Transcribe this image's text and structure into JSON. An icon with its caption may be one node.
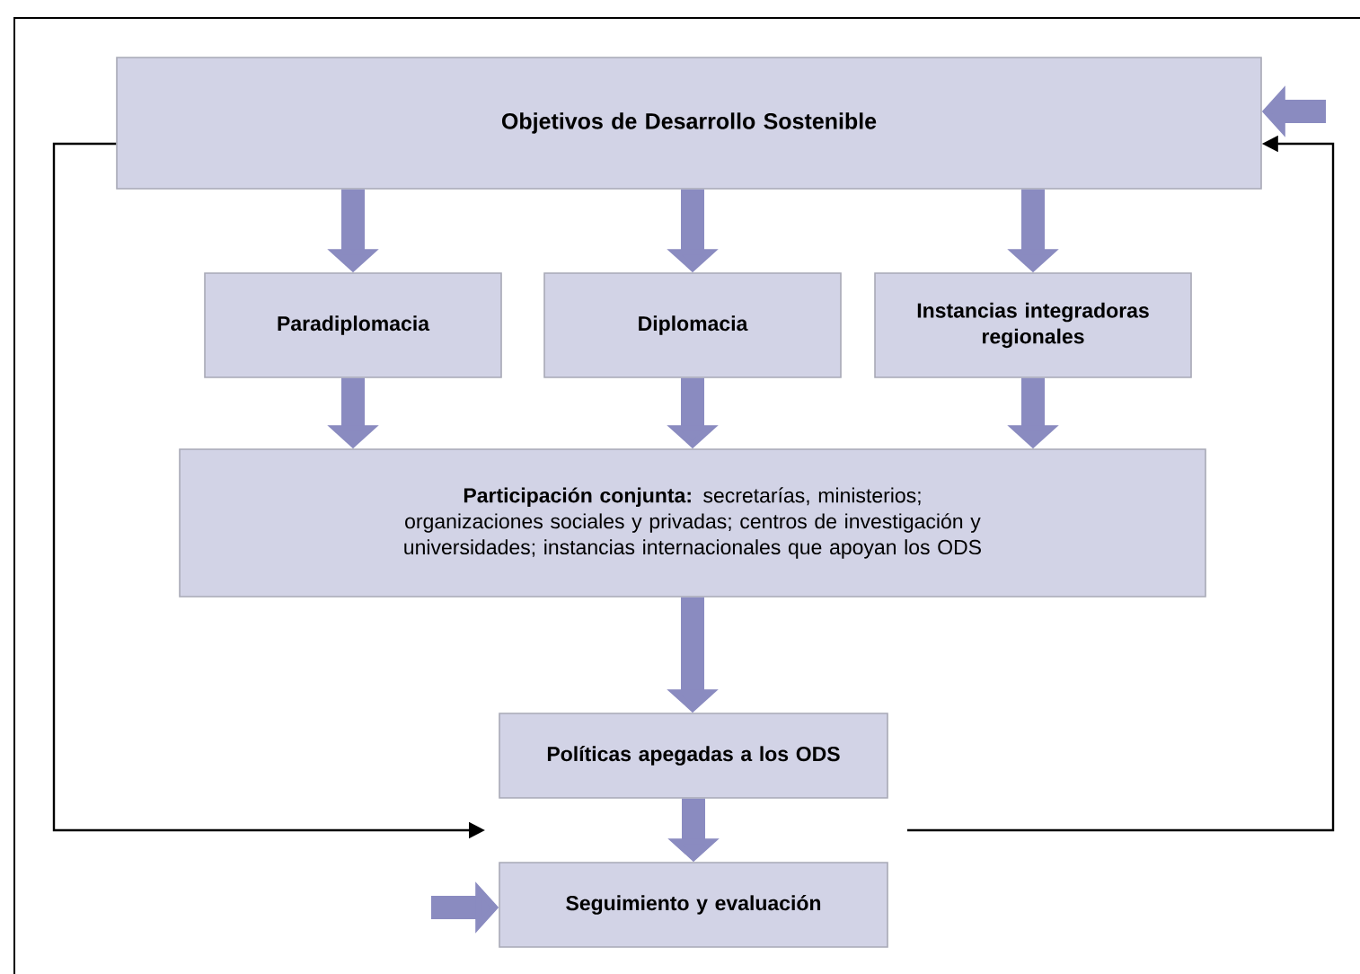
{
  "diagram": {
    "nodes": [
      {
        "text": [
          "Objetivos de Desarrollo Sostenible"
        ]
      },
      {
        "text": [
          "Paradiplomacia"
        ]
      },
      {
        "text": [
          "Diplomacia"
        ]
      },
      {
        "text": [
          "Instancias integradoras regionales"
        ]
      },
      {
        "text": [
          "**Participación conjunta:** secretarías, ministerios; organizaciones sociales y privadas; centros de  investigación y universidades; instancias internacionales que apoyan los ODS"
        ]
      },
      {
        "text": [
          "Políticas apegadas a los ODS"
        ]
      },
      {
        "text": [
          "Seguimiento y evaluación"
        ]
      }
    ],
    "edges": [
      {
        "from": 0,
        "to": 1,
        "arrow": "to"
      },
      {
        "from": 0,
        "to": 2,
        "arrow": "to"
      },
      {
        "from": 0,
        "to": 3,
        "arrow": "to"
      },
      {
        "from": 1,
        "to": 4,
        "arrow": "to"
      },
      {
        "from": 2,
        "to": 4,
        "arrow": "to"
      },
      {
        "from": 3,
        "to": 4,
        "arrow": "to"
      },
      {
        "from": 4,
        "to": 5,
        "arrow": "to"
      },
      {
        "from": 5,
        "to": 6,
        "arrow": "to"
      },
      {
        "from": 0,
        "to": null,
        "arrow": "to",
        "color": "#000000"
      },
      {
        "from": null,
        "to": 0,
        "arrow": "to",
        "color": "#000000"
      },
      {
        "from": null,
        "to": 0,
        "arrow": "to"
      },
      {
        "from": null,
        "to": 6,
        "arrow": "to"
      }
    ]
  }
}
